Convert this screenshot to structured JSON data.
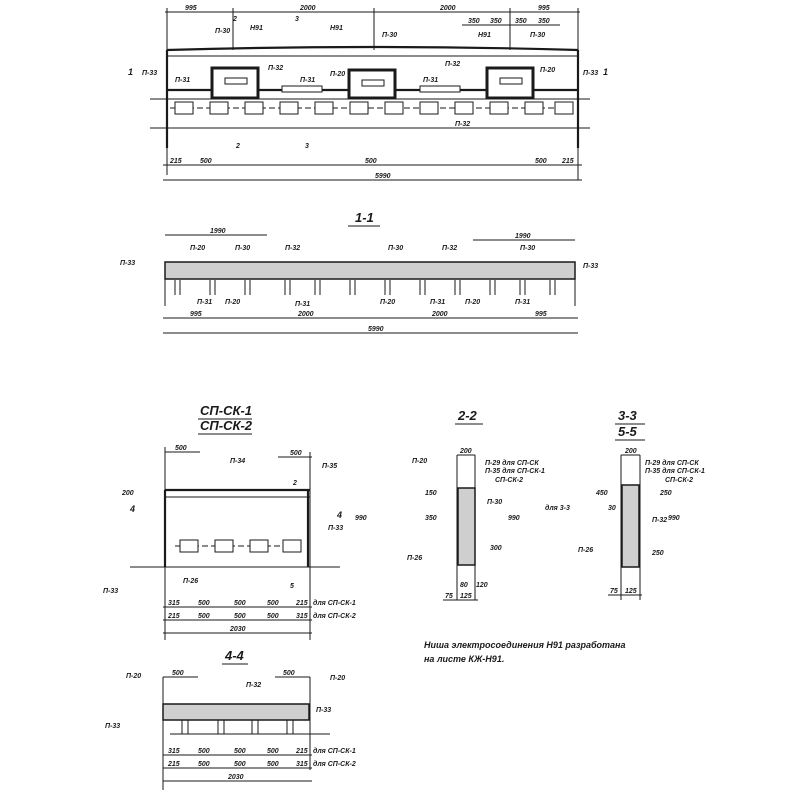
{
  "plan": {
    "top_dims": [
      "995",
      "2000",
      "2000",
      "995"
    ],
    "sub_dims": [
      "350",
      "350",
      "350",
      "350"
    ],
    "bottom_dims": [
      "215",
      "500",
      "500",
      "500",
      "215"
    ],
    "total": "5990",
    "section_marks": [
      "1",
      "1",
      "2",
      "3",
      "2",
      "3"
    ],
    "callouts": [
      "П-30",
      "Н91",
      "П-30",
      "Н91",
      "П-30",
      "Н91",
      "П-31",
      "П-31",
      "П-31",
      "П-32",
      "П-32",
      "П-20",
      "П-20",
      "П-33",
      "П-33",
      "П-32"
    ]
  },
  "section_1_1": {
    "title": "1-1",
    "top_dims": [
      "1990",
      "1990"
    ],
    "bottom_dims": [
      "995",
      "2000",
      "2000",
      "995"
    ],
    "total": "5990",
    "callouts": [
      "П-33",
      "П-20",
      "П-30",
      "П-32",
      "П-30",
      "П-32",
      "П-30",
      "П-33",
      "П-31",
      "П-20",
      "П-31",
      "П-20",
      "П-31",
      "П-20",
      "П-31"
    ]
  },
  "sp_sk": {
    "title_1": "СП-СК-1",
    "title_2": "СП-СК-2",
    "top_dims": [
      "500",
      "500"
    ],
    "callouts": [
      "П-34",
      "П-35",
      "П-33",
      "П-26",
      "П-33"
    ],
    "marks": [
      "4",
      "4",
      "2",
      "5"
    ],
    "side_dims": [
      "200",
      "990"
    ],
    "row1": [
      "315",
      "500",
      "500",
      "500",
      "215",
      "для СП-СК-1"
    ],
    "row2": [
      "215",
      "500",
      "500",
      "500",
      "315",
      "для СП-СК-2"
    ],
    "total": "2030"
  },
  "section_4_4": {
    "title": "4-4",
    "top_dims": [
      "500",
      "500"
    ],
    "callouts": [
      "П-20",
      "П-32",
      "П-20",
      "П-33",
      "П-33"
    ],
    "row1": [
      "315",
      "500",
      "500",
      "500",
      "215",
      "для СП-СК-1"
    ],
    "row2": [
      "215",
      "500",
      "500",
      "500",
      "315",
      "для СП-СК-2"
    ],
    "total": "2030"
  },
  "section_2_2": {
    "title": "2-2",
    "top_dim": "200",
    "callouts": [
      "П-20",
      "П-29 для СП-СК",
      "П-35 для СП-СК-1",
      "СП-СК-2",
      "П-30",
      "П-26"
    ],
    "side_dims": [
      "150",
      "350",
      "990",
      "300"
    ],
    "bottom_dims": [
      "80",
      "120",
      "75",
      "125"
    ]
  },
  "section_3_3": {
    "title_1": "3-3",
    "title_2": "5-5",
    "top_dim": "200",
    "callouts": [
      "П-29 для СП-СК",
      "П-35 для СП-СК-1",
      "СП-СК-2",
      "для 3-3",
      "П-32",
      "П-26"
    ],
    "side_dims": [
      "450",
      "30",
      "250",
      "990",
      "250"
    ],
    "bottom_dims": [
      "75",
      "125"
    ]
  },
  "note": {
    "line1": "Ниша электросоединения Н91 разработана",
    "line2": "на листе КЖ-Н91."
  }
}
